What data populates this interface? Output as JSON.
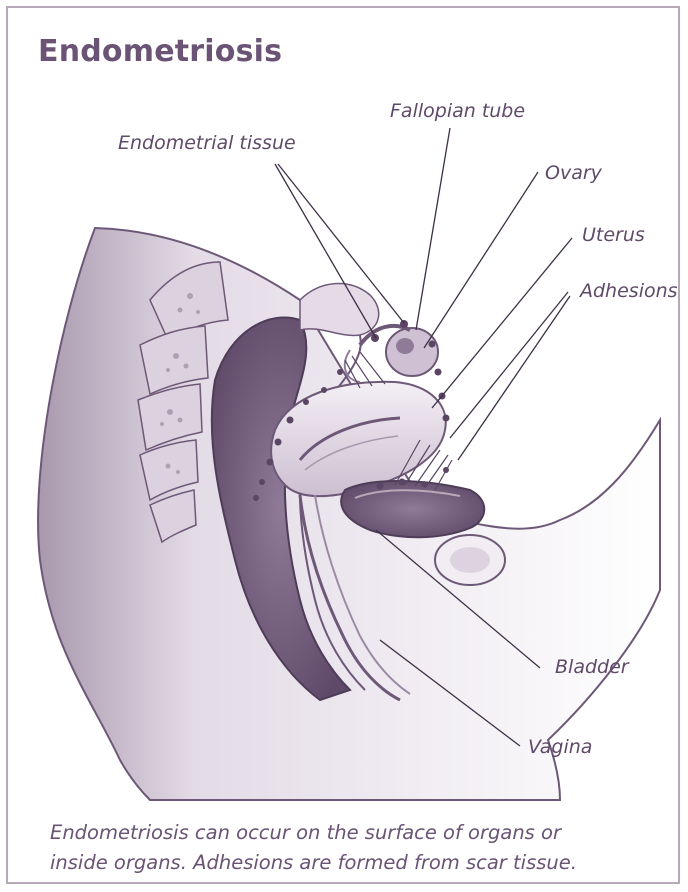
{
  "title": "Endometriosis",
  "labels": {
    "fallopian_tube": "Fallopian tube",
    "endometrial_tissue": "Endometrial tissue",
    "ovary": "Ovary",
    "uterus": "Uterus",
    "adhesions": "Adhesions",
    "bladder": "Bladder",
    "vagina": "Vagina"
  },
  "caption": {
    "line1": "Endometriosis can occur on the surface of organs or",
    "line2": "inside organs. Adhesions are formed from scar tissue."
  },
  "colors": {
    "border": "#b8a9b8",
    "title": "#6a5374",
    "label": "#5f4a68",
    "tissue_light": "#ece6ee",
    "tissue_mid": "#cbbccf",
    "tissue_dark": "#6e5878",
    "lesion": "#5a4664"
  }
}
